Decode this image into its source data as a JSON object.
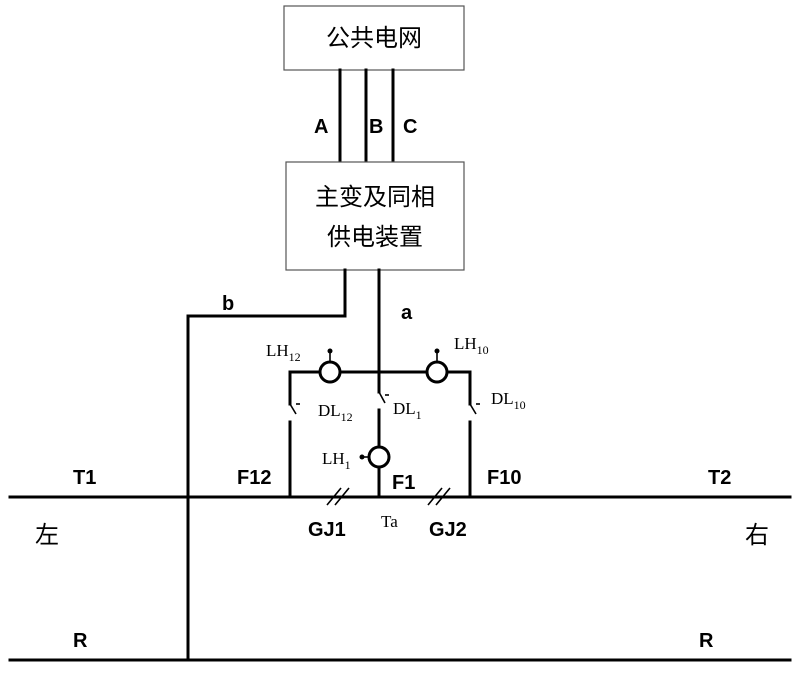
{
  "grid_box": {
    "label": "公共电网"
  },
  "phases": {
    "a_label": "A",
    "b_label": "B",
    "c_label": "C"
  },
  "transformer_box": {
    "line1": "主变及同相",
    "line2": "供电装置"
  },
  "feeders": {
    "a": "a",
    "b": "b"
  },
  "current_transformers": {
    "lh12": {
      "base": "LH",
      "sub": "12"
    },
    "lh10": {
      "base": "LH",
      "sub": "10"
    },
    "lh1": {
      "base": "LH",
      "sub": "1"
    }
  },
  "breakers": {
    "dl12": {
      "base": "DL",
      "sub": "12"
    },
    "dl1": {
      "base": "DL",
      "sub": "1"
    },
    "dl10": {
      "base": "DL",
      "sub": "10"
    }
  },
  "feeder_points": {
    "f12": "F12",
    "f1": "F1",
    "f10": "F10"
  },
  "sections": {
    "t1": "T1",
    "t2": "T2",
    "ta": "Ta"
  },
  "insulators": {
    "gj1": "GJ1",
    "gj2": "GJ2"
  },
  "sides": {
    "left": "左",
    "right": "右"
  },
  "rails": {
    "left": "R",
    "right": "R"
  }
}
